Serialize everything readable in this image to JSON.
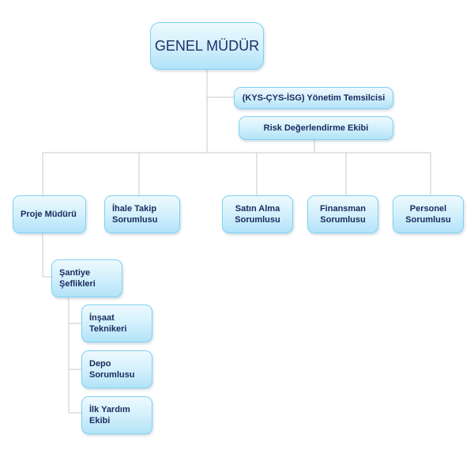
{
  "org_chart": {
    "top": "GENEL MÜDÜR",
    "representative": "(KYS-ÇYS-İSG) Yönetim Temsilcisi",
    "risk_team": "Risk Değerlendirme Ekibi",
    "departments": {
      "project_manager": "Proje Müdürü",
      "tender_tracking": "İhale Takip\nSorumlusu",
      "purchasing": "Satın Alma\nSorumlusu",
      "finance": "Finansman\nSorumlusu",
      "personnel": "Personel\nSorumlusu"
    },
    "site_chiefs": "Şantiye\nŞeflikleri",
    "site_units": {
      "construction_technicians": "İnşaat\nTeknikeri",
      "warehouse": "Depo\nSorumlusu",
      "first_aid": "İlk Yardım\nEkibi"
    }
  }
}
